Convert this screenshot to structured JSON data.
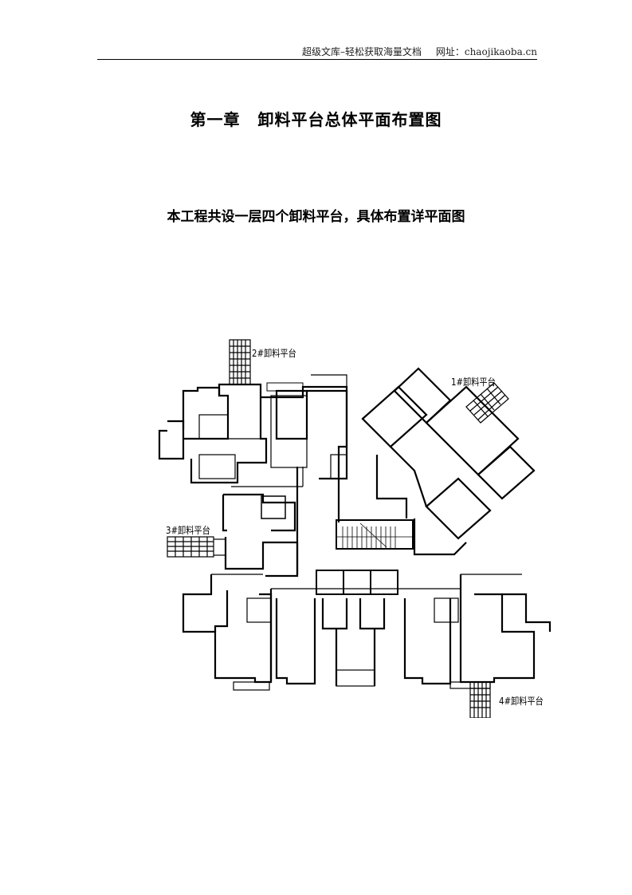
{
  "header": {
    "site_name": "超级文库–轻松获取海量文档",
    "url_label": "网址：",
    "url": "chaojikaoba.cn"
  },
  "chapter": {
    "number": "第一章",
    "title": "卸料平台总体平面布置图"
  },
  "intro_text": "本工程共设一层四个卸料平台，具体布置详平面图",
  "floor_plan": {
    "platform_labels": [
      {
        "id": 1,
        "label": "1#卸料平台"
      },
      {
        "id": 2,
        "label": "2#卸料平台"
      },
      {
        "id": 3,
        "label": "3#卸料平台"
      },
      {
        "id": 4,
        "label": "4#卸料平台"
      }
    ]
  }
}
